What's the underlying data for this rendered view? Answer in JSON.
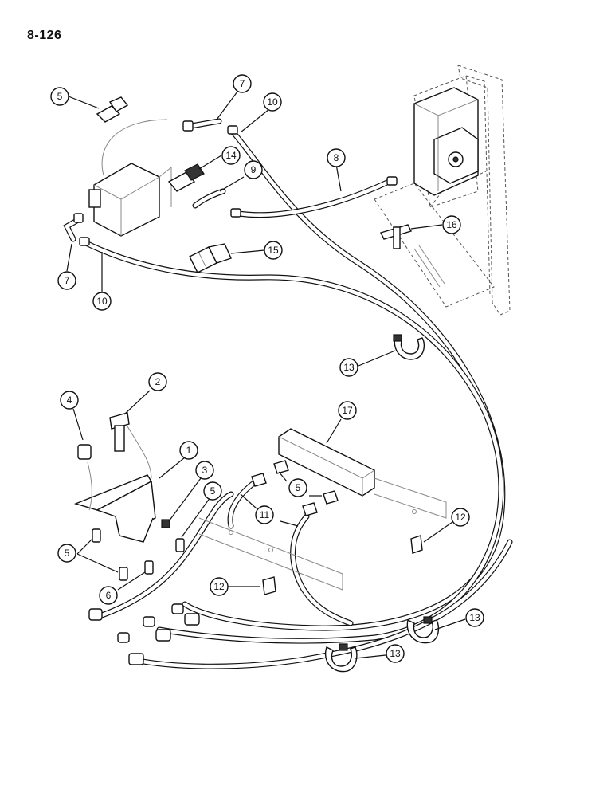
{
  "page": {
    "number": "8-126"
  },
  "callouts": [
    {
      "id": "c-5-top",
      "label": "5"
    },
    {
      "id": "c-7-top",
      "label": "7"
    },
    {
      "id": "c-10-top",
      "label": "10"
    },
    {
      "id": "c-14",
      "label": "14"
    },
    {
      "id": "c-9",
      "label": "9"
    },
    {
      "id": "c-8",
      "label": "8"
    },
    {
      "id": "c-16",
      "label": "16"
    },
    {
      "id": "c-15",
      "label": "15"
    },
    {
      "id": "c-7-left",
      "label": "7"
    },
    {
      "id": "c-10-left",
      "label": "10"
    },
    {
      "id": "c-13-upper",
      "label": "13"
    },
    {
      "id": "c-2",
      "label": "2"
    },
    {
      "id": "c-4",
      "label": "4"
    },
    {
      "id": "c-17",
      "label": "17"
    },
    {
      "id": "c-1",
      "label": "1"
    },
    {
      "id": "c-3",
      "label": "3"
    },
    {
      "id": "c-5-mid",
      "label": "5"
    },
    {
      "id": "c-5-right",
      "label": "5"
    },
    {
      "id": "c-11",
      "label": "11"
    },
    {
      "id": "c-12-right",
      "label": "12"
    },
    {
      "id": "c-5-left",
      "label": "5"
    },
    {
      "id": "c-6",
      "label": "6"
    },
    {
      "id": "c-12-mid",
      "label": "12"
    },
    {
      "id": "c-13-right",
      "label": "13"
    },
    {
      "id": "c-13-bottom",
      "label": "13"
    }
  ]
}
